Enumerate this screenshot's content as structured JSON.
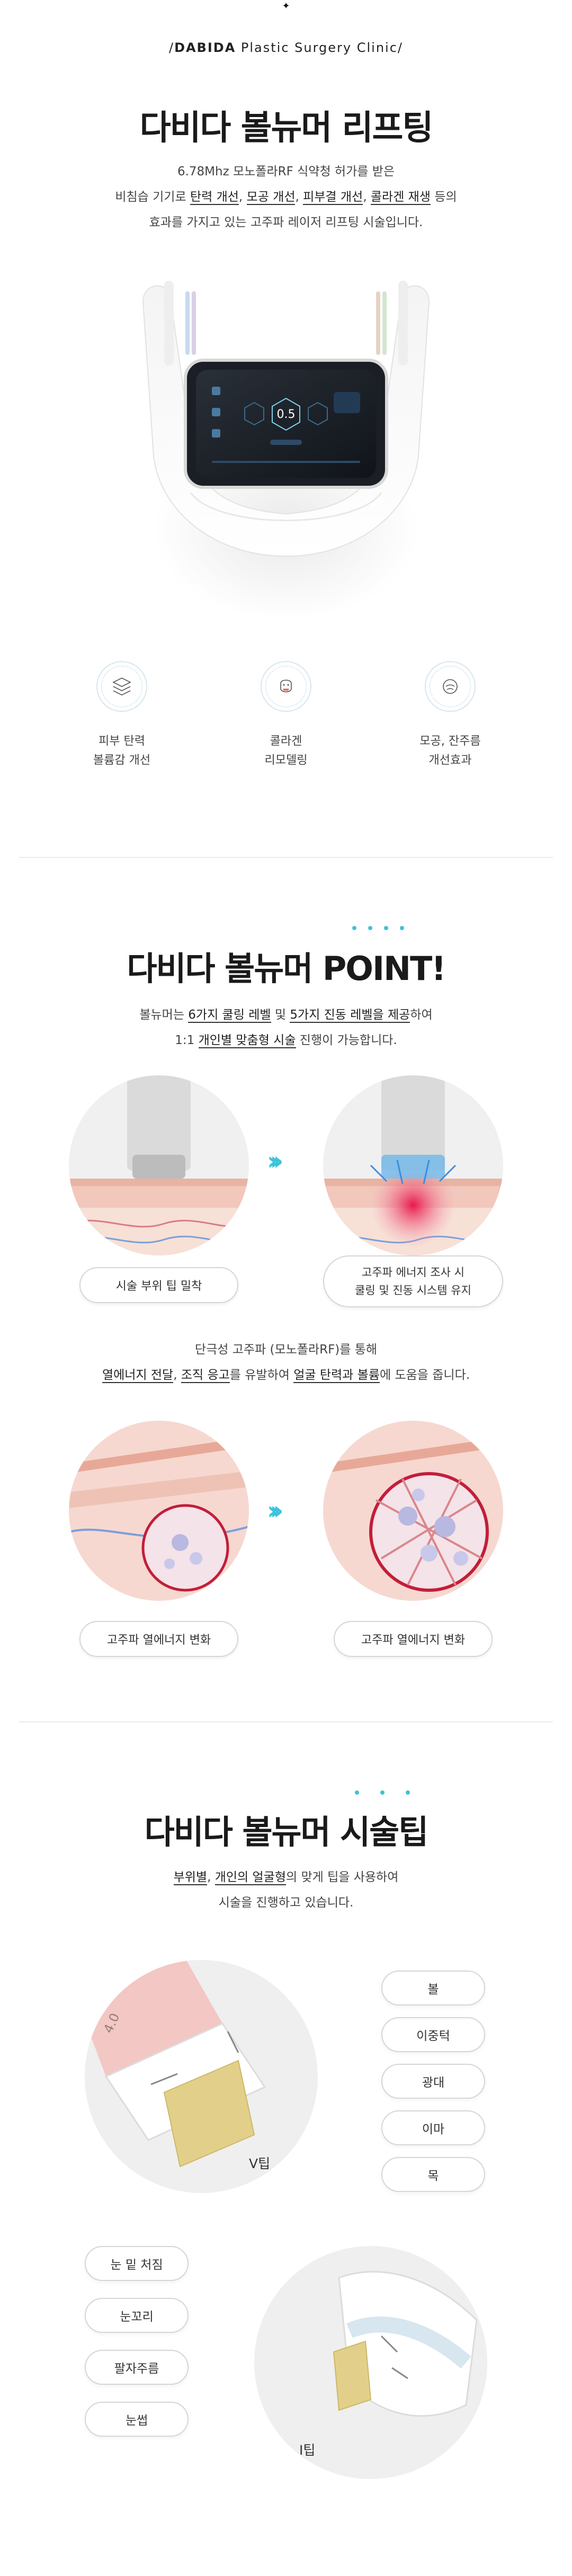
{
  "header": {
    "diamond": "✦",
    "clinic_brand": "DABIDA",
    "clinic_rest": " Plastic Surgery Clinic",
    "slash_left": "/",
    "slash_right": "/"
  },
  "intro": {
    "title": "다비다 볼뉴머 리프팅",
    "line1": "6.78Mhz 모노폴라RF 식약청 허가를 받은",
    "line2_pre": "비침습 기기로 ",
    "line2_u1": "탄력 개선",
    "line2_s1": ", ",
    "line2_u2": "모공 개선",
    "line2_s2": ", ",
    "line2_u3": "피부결 개선",
    "line2_s3": ", ",
    "line2_u4": "콜라겐 재생",
    "line2_post": " 등의",
    "line3": "효과를 가지고 있는 고주파 레이저 리프팅 시술입니다.",
    "screen_value": "0.5"
  },
  "features": [
    {
      "line1": "피부 탄력",
      "line2": "볼륨감 개선",
      "icon": "skin-layers-icon"
    },
    {
      "line1": "콜라겐",
      "line2": "리모델링",
      "icon": "face-collagen-icon"
    },
    {
      "line1": "모공, 잔주름",
      "line2": "개선효과",
      "icon": "face-wrinkle-icon"
    }
  ],
  "point": {
    "title": "다비다 볼뉴머 POINT!",
    "line1_pre": "볼뉴머는 ",
    "line1_u1": "6가지 쿨링 레벨",
    "line1_mid": " 및 ",
    "line1_u2": "5가지 진동 레벨을 제공",
    "line1_post": "하여",
    "line2_pre": "1:1 ",
    "line2_u": "개인별 맞춤형 시술",
    "line2_post": " 진행이 가능합니다.",
    "pill1": "시술 부위 팁 밀착",
    "pill2_l1": "고주파 에너지 조사 시",
    "pill2_l2": "쿨링 및 진동 시스템 유지",
    "mid_line1": "단극성 고주파 (모노폴라RF)를 통해",
    "mid_line2_u1": "열에너지 전달",
    "mid_line2_s1": ", ",
    "mid_line2_u2": "조직 응고",
    "mid_line2_s2": "를 유발하여 ",
    "mid_line2_u3": "얼굴 탄력과 볼륨",
    "mid_line2_post": "에 도움을 줍니다.",
    "pill3": "고주파 열에너지 변화",
    "pill4": "고주파 열에너지 변화"
  },
  "tips": {
    "title": "다비다 볼뉴머 시술팁",
    "line1_u1": "부위별",
    "line1_s1": ", ",
    "line1_u2": "개인의 얼굴형",
    "line1_post": "의 맞게 팁을 사용하여",
    "line2": "시술을 진행하고 있습니다.",
    "v_tip_label": "V팁",
    "tip_label": "I팁",
    "v_tip_areas": [
      "볼",
      "이중턱",
      "광대",
      "이마",
      "목"
    ],
    "i_tip_areas": [
      "눈 밑 처짐",
      "눈꼬리",
      "팔자주름",
      "눈썹"
    ],
    "tip_engraving": "4.0"
  },
  "colors": {
    "accent": "#3cc3d9",
    "text_dark": "#1a1a1a",
    "text_body": "#444444",
    "divider": "#d9d9d9",
    "skin_pink": "#f3c7c3",
    "tip_gold": "#e2d08a"
  }
}
